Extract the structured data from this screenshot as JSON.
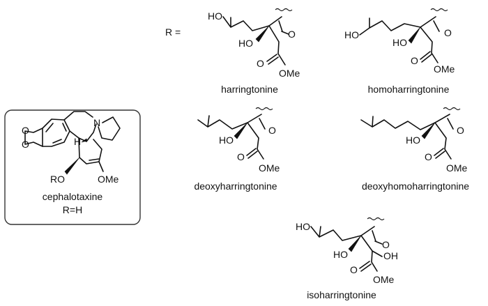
{
  "r_equals": "R =",
  "cephalotaxine": {
    "name": "cephalotaxine",
    "rgroup": "R=H",
    "atoms": {
      "N": "N",
      "H": "H",
      "RO": "RO",
      "OMe": "OMe"
    }
  },
  "side_chains": [
    {
      "id": "harringtonine",
      "name": "harringtonine",
      "atoms": {
        "HO_top": "HO",
        "HO": "HO",
        "O_ketone": "O",
        "O_ester": "O",
        "OMe": "OMe"
      }
    },
    {
      "id": "homoharringtonine",
      "name": "homoharringtonine",
      "atoms": {
        "HO_top": "HO",
        "HO": "HO",
        "O_ketone": "O",
        "O_ester": "O",
        "OMe": "OMe"
      }
    },
    {
      "id": "deoxyharringtonine",
      "name": "deoxyharringtonine",
      "atoms": {
        "HO": "HO",
        "O_ketone": "O",
        "O_ester": "O",
        "OMe": "OMe"
      }
    },
    {
      "id": "deoxyhomoharringtonine",
      "name": "deoxyhomoharringtonine",
      "atoms": {
        "HO": "HO",
        "O_ketone": "O",
        "O_ester": "O",
        "OMe": "OMe"
      }
    },
    {
      "id": "isoharringtonine",
      "name": "isoharringtonine",
      "atoms": {
        "HO_top": "HO",
        "HO": "HO",
        "OH": "OH",
        "O_ketone": "O",
        "O_ester": "O",
        "OMe": "OMe"
      }
    }
  ]
}
